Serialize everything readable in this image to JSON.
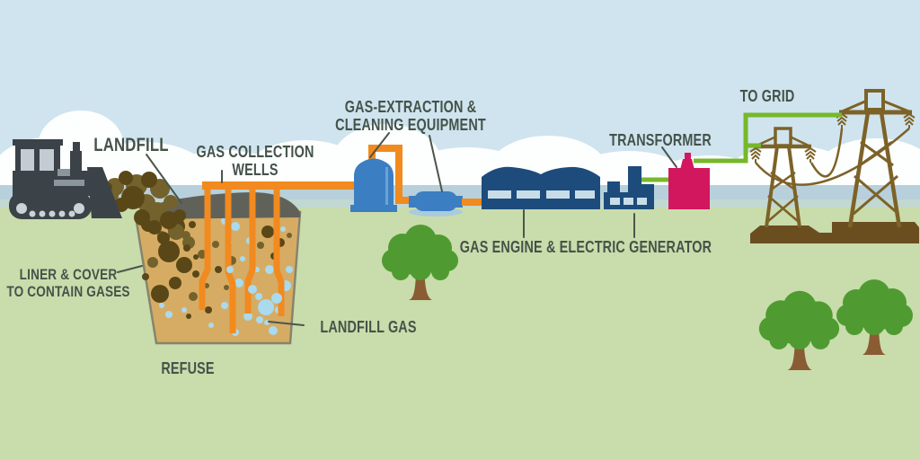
{
  "labels": {
    "landfill": "LANDFILL",
    "gas_collection_wells": "GAS COLLECTION\nWELLS",
    "gas_extraction": "GAS-EXTRACTION &\nCLEANING EQUIPMENT",
    "liner_cover": "LINER & COVER\nTO CONTAIN GASES",
    "landfill_gas": "LANDFILL GAS",
    "refuse": "REFUSE",
    "gas_engine": "GAS ENGINE & ELECTRIC GENERATOR",
    "transformer": "TRANSFORMER",
    "to_grid": "TO GRID"
  },
  "colors": {
    "sky": "#cfe4ee",
    "cloud": "#fdfefe",
    "horizon_water": "#b7d0dc",
    "horizon_strip": "#c2d8d0",
    "ground": "#c9dcab",
    "pipe_orange": "#f18a1f",
    "equipment_blue": "#3c7ec2",
    "engine_navy": "#1d4c7c",
    "window_light": "#c9dde9",
    "transformer_pink": "#d2175e",
    "wire_green": "#76b82a",
    "tower_brown": "#7d6228",
    "tower_base_brown": "#6b4e20",
    "tree_green": "#4f9b31",
    "trunk_brown": "#8a5c33",
    "refuse_tan": "#d6ac64",
    "pit_outline": "#85856f",
    "cover_grey": "#60625a",
    "refuse_dark": "#5a4717",
    "refuse_olive": "#73622c",
    "gas_bubble": "#a9daee",
    "dozer_charcoal": "#3b4349",
    "label_text": "#44534a",
    "leader_line": "#4a564c"
  },
  "scene": {
    "objects": [
      "bulldozer",
      "refuse-pile",
      "landfill-pit",
      "gas-collection-wells",
      "extraction-tank",
      "compressor",
      "gas-engine-building",
      "generator-unit",
      "transformer",
      "power-wire",
      "transmission-towers",
      "trees",
      "clouds"
    ]
  }
}
